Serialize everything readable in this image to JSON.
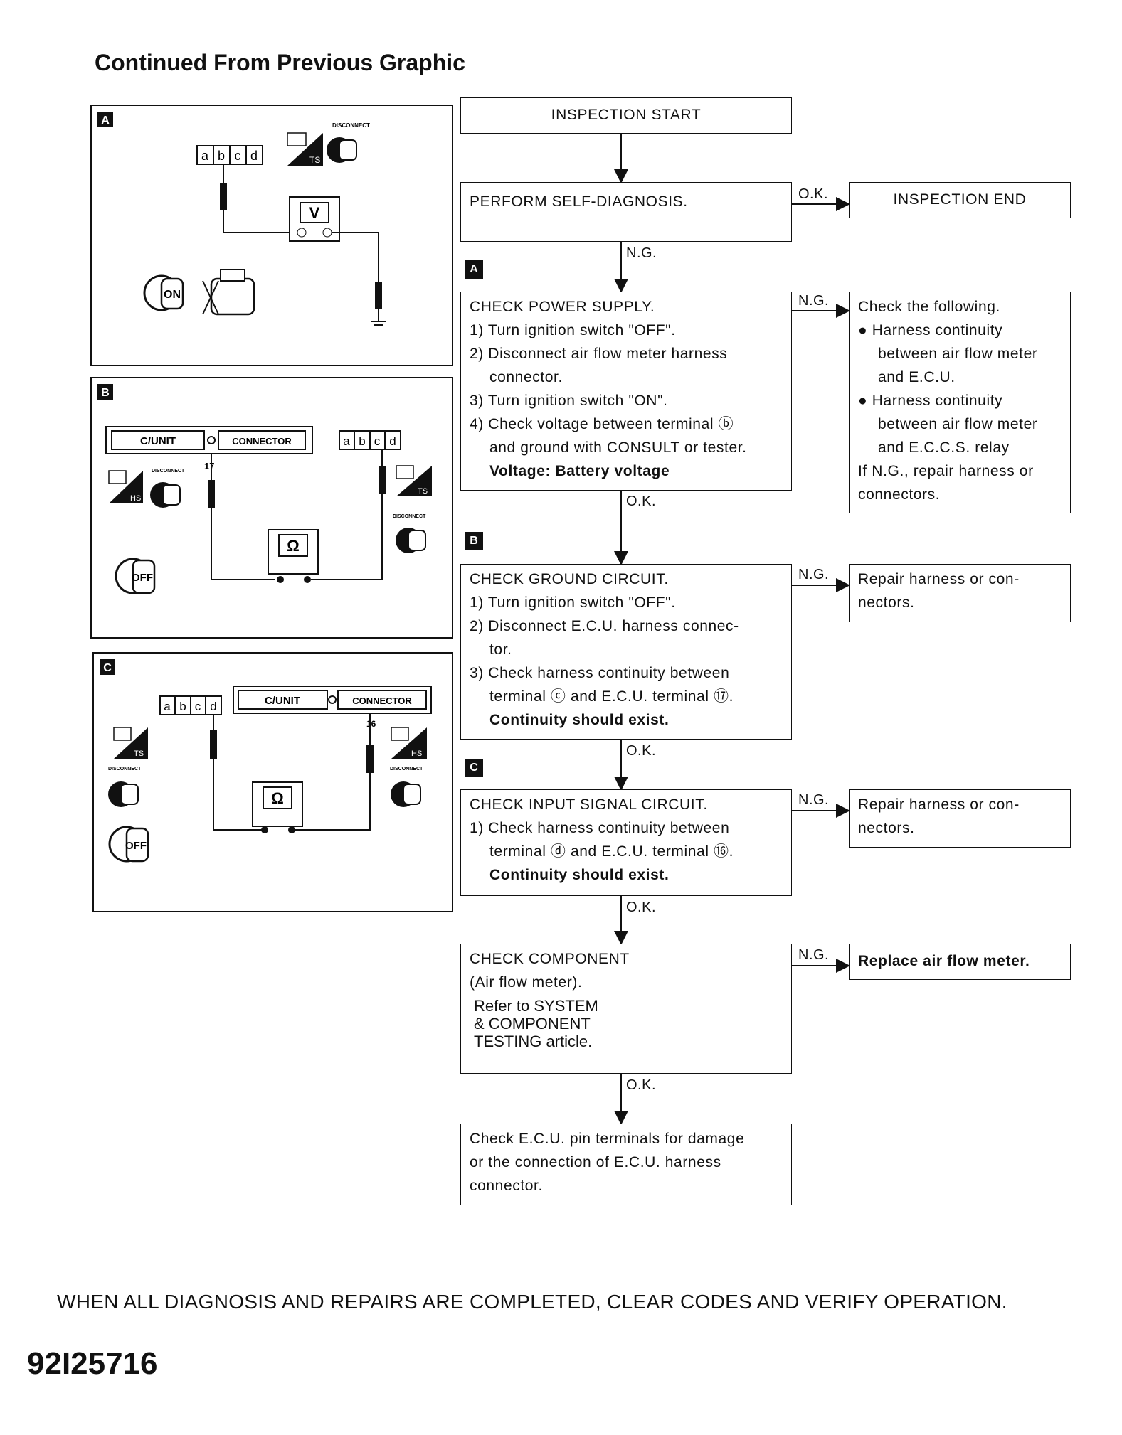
{
  "header": "Continued From Previous Graphic",
  "panels": [
    {
      "letter": "A",
      "meter_symbol": "V",
      "switch_text": "ON",
      "connector_terminals": [
        "a",
        "b",
        "c",
        "d"
      ],
      "connector_hint": "DISCONNECT",
      "ts_label": "TS"
    },
    {
      "letter": "B",
      "meter_symbol": "Ω",
      "switch_text": "OFF",
      "connector_terminals": [
        "a",
        "b",
        "c",
        "d"
      ],
      "cunit_label": "C/UNIT",
      "cunit_connector": "CONNECTOR",
      "pin": "17",
      "hs_label": "HS",
      "ts_label": "TS",
      "connector_hint": "DISCONNECT"
    },
    {
      "letter": "C",
      "meter_symbol": "Ω",
      "switch_text": "OFF",
      "connector_terminals": [
        "a",
        "b",
        "c",
        "d"
      ],
      "cunit_label": "C/UNIT",
      "cunit_connector": "CONNECTOR",
      "pin": "16",
      "hs_label": "HS",
      "ts_label": "TS",
      "connector_hint": "DISCONNECT"
    }
  ],
  "flow": {
    "start": "INSPECTION START",
    "self_diag": "PERFORM SELF-DIAGNOSIS.",
    "end": "INSPECTION END",
    "power": {
      "title": "CHECK POWER SUPPLY.",
      "lines": [
        {
          "text": "1) Turn ignition switch \"OFF\".",
          "indent": false,
          "bold": false
        },
        {
          "text": "2) Disconnect air flow meter harness",
          "indent": false,
          "bold": false
        },
        {
          "text": "connector.",
          "indent": true,
          "bold": false
        },
        {
          "text": "3) Turn ignition switch \"ON\".",
          "indent": false,
          "bold": false
        },
        {
          "text": "4) Check voltage between terminal ⓑ",
          "indent": false,
          "bold": false
        },
        {
          "text": "and ground with CONSULT or tester.",
          "indent": true,
          "bold": false
        },
        {
          "text": "Voltage: Battery voltage",
          "indent": true,
          "bold": true
        }
      ]
    },
    "power_ng": {
      "lines": [
        {
          "text": "Check the following.",
          "indent": false
        },
        {
          "text": "● Harness continuity",
          "indent": false
        },
        {
          "text": "between air flow meter",
          "indent": true
        },
        {
          "text": "and E.C.U.",
          "indent": true
        },
        {
          "text": "● Harness continuity",
          "indent": false
        },
        {
          "text": "between air flow meter",
          "indent": true
        },
        {
          "text": "and E.C.C.S. relay",
          "indent": true
        },
        {
          "text": "If N.G., repair harness or",
          "indent": false
        },
        {
          "text": "connectors.",
          "indent": false
        }
      ]
    },
    "ground": {
      "title": "CHECK GROUND CIRCUIT.",
      "lines": [
        {
          "text": "1) Turn ignition switch \"OFF\".",
          "indent": false,
          "bold": false
        },
        {
          "text": "2) Disconnect E.C.U. harness connec-",
          "indent": false,
          "bold": false
        },
        {
          "text": "tor.",
          "indent": true,
          "bold": false
        },
        {
          "text": "3) Check harness continuity between",
          "indent": false,
          "bold": false
        },
        {
          "text": "terminal ⓒ and E.C.U. terminal ⑰.",
          "indent": true,
          "bold": false
        },
        {
          "text": "Continuity should exist.",
          "indent": true,
          "bold": true
        }
      ]
    },
    "ground_ng": [
      "Repair harness or con-",
      "nectors."
    ],
    "input": {
      "title": "CHECK INPUT SIGNAL CIRCUIT.",
      "lines": [
        {
          "text": "1) Check harness continuity between",
          "indent": false,
          "bold": false
        },
        {
          "text": "terminal ⓓ and E.C.U. terminal ⑯.",
          "indent": true,
          "bold": false
        },
        {
          "text": "Continuity should exist.",
          "indent": true,
          "bold": true
        }
      ]
    },
    "input_ng": [
      "Repair harness or con-",
      "nectors."
    ],
    "component": {
      "title": "CHECK COMPONENT",
      "sub": "(Air flow meter).",
      "refer": [
        "Refer to SYSTEM",
        "& COMPONENT",
        "TESTING article."
      ]
    },
    "component_ng": "Replace air flow meter.",
    "final": [
      "Check E.C.U. pin terminals for damage",
      "or the connection of E.C.U. harness",
      "connector."
    ],
    "labels": {
      "ok": "O.K.",
      "ng": "N.G."
    },
    "step_letters": [
      "A",
      "B",
      "C"
    ]
  },
  "footer_note": "WHEN ALL DIAGNOSIS AND REPAIRS ARE COMPLETED, CLEAR CODES AND VERIFY OPERATION.",
  "doc_id": "92I25716"
}
